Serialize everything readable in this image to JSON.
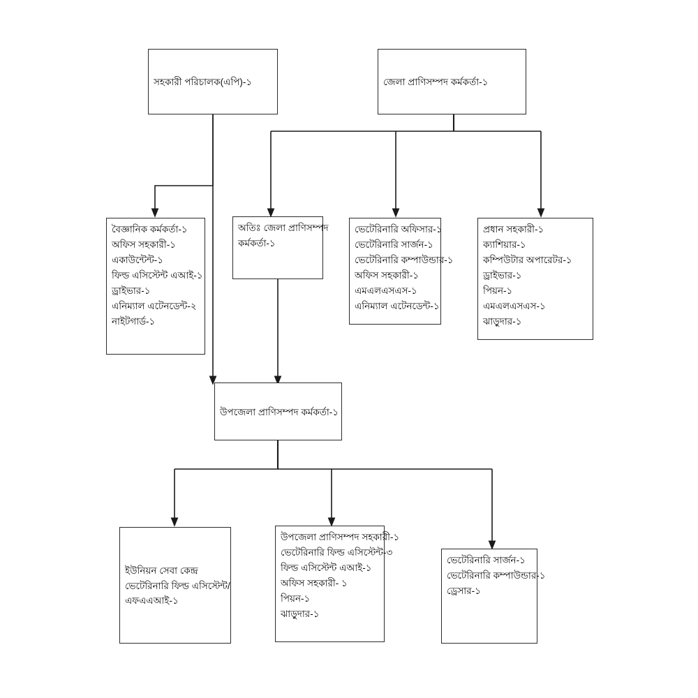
{
  "diagram": {
    "type": "organizational-chart",
    "language": "bn",
    "background_color": "#ffffff",
    "line_color": "#1a1a1a",
    "box_border_color": "#2b2b2b",
    "nodes": [
      {
        "id": "assistant-director-ai",
        "lines": [
          "সহকারী পরিচালক(এপি)-১"
        ]
      },
      {
        "id": "district-livestock-officer",
        "lines": [
          "জেলা প্রাণিসম্পদ কর্মকর্তা-১"
        ]
      },
      {
        "id": "scientific-officer-group",
        "lines": [
          "বৈজ্ঞানিক কর্মকর্তা-১",
          "অফিস সহকারী-১",
          "একাউন্টেন্ট-১",
          "ফিল্ড এসিস্টেন্ট এআই-১",
          "ড্রাইভার-১",
          "এনিম্যাল এটেনডেন্ট-২",
          "নাইটগার্ড-১"
        ]
      },
      {
        "id": "additional-district-livestock-officer",
        "lines": [
          "অতিঃ জেলা প্রাণিসম্পদ",
          "কর্মকর্তা-১"
        ]
      },
      {
        "id": "veterinary-officer-group",
        "lines": [
          "ভেটেরিনারি অফিসার-১",
          "ভেটেরিনারি সার্জন-১",
          "ভেটেরিনারি কম্পাউন্ডার-১",
          "অফিস সহকারী-১",
          "এমএলএসএস-১",
          "এনিম্যাল এটেনডেন্ট-১"
        ]
      },
      {
        "id": "head-assistant-group",
        "lines": [
          "প্রধান সহকারী-১",
          "ক্যাশিয়ার-১",
          "কম্পিউটার অপারেটর-১",
          "ড্রাইভার-১",
          "পিয়ন-১",
          "এমএলএসএস-১",
          "ঝাড়ুদার-১"
        ]
      },
      {
        "id": "upazila-livestock-officer",
        "lines": [
          "উপজেলা প্রাণিসম্পদ কর্মকর্তা-১"
        ]
      },
      {
        "id": "union-service-center",
        "lines": [
          "ইউনিয়ন সেবা কেন্দ্র",
          "ভেটেরিনারি ফিল্ড এসিস্টেন্ট/",
          "এফএএআই-১"
        ]
      },
      {
        "id": "upazila-livestock-assistant-group",
        "lines": [
          "উপজেলা প্রাণিসম্পদ সহকারী-১",
          "ভেটেরিনারি ফিল্ড এসিস্টেন্ট-৩",
          "ফিল্ড এসিস্টেন্ট এআই-১",
          "অফিস সহকারী- ১",
          "পিয়ন-১",
          "ঝাড়ুদার-১"
        ]
      },
      {
        "id": "veterinary-surgeon-group",
        "lines": [
          "ভেটেরিনারি সার্জন-১",
          "ভেটেরিনারি কম্পাউন্ডার-১",
          "ড্রেসার-১"
        ]
      }
    ]
  }
}
